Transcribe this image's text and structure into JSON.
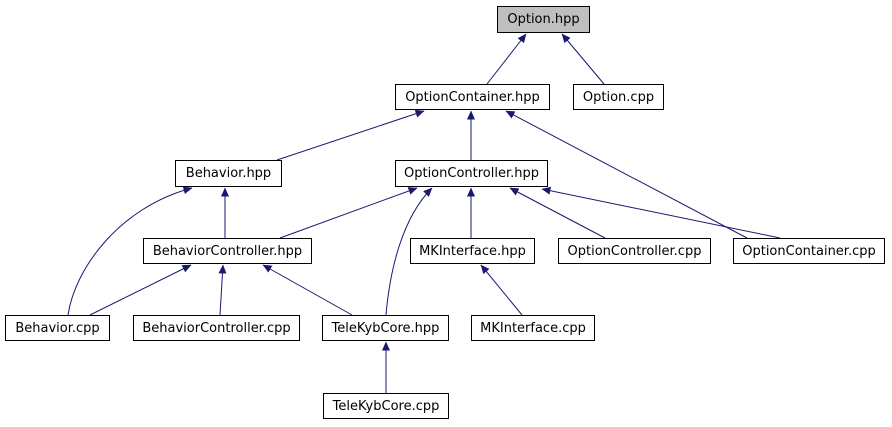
{
  "graph": {
    "type": "dependency-graph",
    "nodes": [
      {
        "id": "option-hpp",
        "label": "Option.hpp",
        "highlighted": true
      },
      {
        "id": "optioncontainer-hpp",
        "label": "OptionContainer.hpp",
        "highlighted": false
      },
      {
        "id": "option-cpp",
        "label": "Option.cpp",
        "highlighted": false
      },
      {
        "id": "behavior-hpp",
        "label": "Behavior.hpp",
        "highlighted": false
      },
      {
        "id": "optioncontroller-hpp",
        "label": "OptionController.hpp",
        "highlighted": false
      },
      {
        "id": "behaviorcontroller-hpp",
        "label": "BehaviorController.hpp",
        "highlighted": false
      },
      {
        "id": "mkinterface-hpp",
        "label": "MKInterface.hpp",
        "highlighted": false
      },
      {
        "id": "optioncontroller-cpp",
        "label": "OptionController.cpp",
        "highlighted": false
      },
      {
        "id": "optioncontainer-cpp",
        "label": "OptionContainer.cpp",
        "highlighted": false
      },
      {
        "id": "behavior-cpp",
        "label": "Behavior.cpp",
        "highlighted": false
      },
      {
        "id": "behaviorcontroller-cpp",
        "label": "BehaviorController.cpp",
        "highlighted": false
      },
      {
        "id": "telekybcore-hpp",
        "label": "TeleKybCore.hpp",
        "highlighted": false
      },
      {
        "id": "mkinterface-cpp",
        "label": "MKInterface.cpp",
        "highlighted": false
      },
      {
        "id": "telekybcore-cpp",
        "label": "TeleKybCore.cpp",
        "highlighted": false
      }
    ],
    "edges": [
      {
        "from": "optioncontainer-hpp",
        "to": "option-hpp"
      },
      {
        "from": "option-cpp",
        "to": "option-hpp"
      },
      {
        "from": "behavior-hpp",
        "to": "optioncontainer-hpp"
      },
      {
        "from": "optioncontroller-hpp",
        "to": "optioncontainer-hpp"
      },
      {
        "from": "optioncontainer-cpp",
        "to": "optioncontainer-hpp"
      },
      {
        "from": "behavior-cpp",
        "to": "behavior-hpp"
      },
      {
        "from": "behaviorcontroller-hpp",
        "to": "behavior-hpp"
      },
      {
        "from": "behavior-cpp",
        "to": "behaviorcontroller-hpp"
      },
      {
        "from": "behaviorcontroller-cpp",
        "to": "behaviorcontroller-hpp"
      },
      {
        "from": "telekybcore-hpp",
        "to": "behaviorcontroller-hpp"
      },
      {
        "from": "behaviorcontroller-hpp",
        "to": "optioncontroller-hpp"
      },
      {
        "from": "telekybcore-hpp",
        "to": "optioncontroller-hpp"
      },
      {
        "from": "mkinterface-hpp",
        "to": "optioncontroller-hpp"
      },
      {
        "from": "optioncontroller-cpp",
        "to": "optioncontroller-hpp"
      },
      {
        "from": "optioncontainer-cpp",
        "to": "optioncontroller-hpp"
      },
      {
        "from": "mkinterface-cpp",
        "to": "mkinterface-hpp"
      },
      {
        "from": "telekybcore-cpp",
        "to": "telekybcore-hpp"
      }
    ]
  },
  "colors": {
    "background": "#ffffff",
    "edge": "#191970",
    "node_fill": "#ffffff",
    "node_border": "#000000",
    "highlight_fill": "#bfbfbf",
    "text": "#000000"
  }
}
